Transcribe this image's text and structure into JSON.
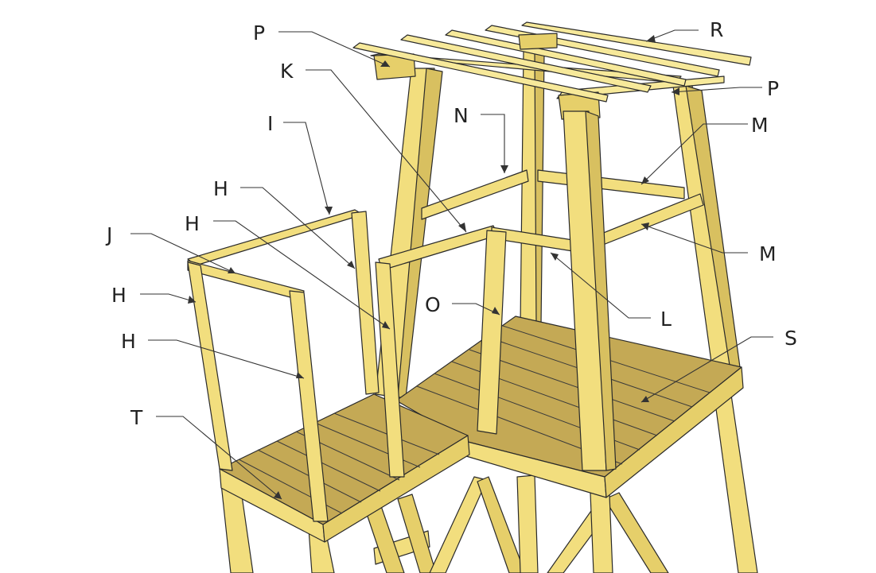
{
  "diagram": {
    "colors": {
      "wood_front": "#f2de7e",
      "wood_light": "#f7e99a",
      "wood_side": "#d8c060",
      "deck_top": "#c4a955",
      "deck_dark": "#a88e40",
      "outline": "#2a2a2a"
    },
    "labels": {
      "p_top": "P",
      "p_right": "P",
      "r": "R",
      "k": "K",
      "i": "I",
      "n": "N",
      "m_top": "M",
      "m_mid": "M",
      "h_1": "H",
      "h_2": "H",
      "h_3": "H",
      "h_4": "H",
      "j": "J",
      "o": "O",
      "l": "L",
      "s": "S",
      "t": "T"
    }
  }
}
